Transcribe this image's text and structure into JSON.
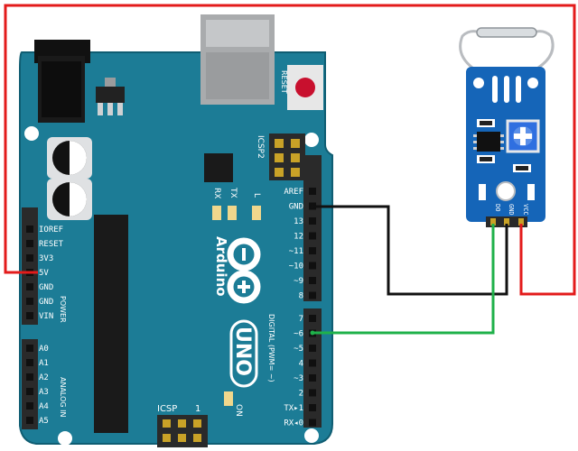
{
  "board": {
    "name": "Arduino",
    "model": "UNO",
    "reset_label": "RESET",
    "icsp2_label": "ICSP2",
    "icsp_label": "ICSP",
    "icsp_pin1": "1",
    "l_label": "L",
    "tx_label": "TX",
    "rx_label": "RX",
    "on_label": "ON",
    "power_group_label": "POWER",
    "analog_group_label": "ANALOG IN",
    "digital_group_label": "DIGITAL (PWM= ~)",
    "power_pins": [
      "IOREF",
      "RESET",
      "3V3",
      "5V",
      "GND",
      "GND",
      "VIN"
    ],
    "analog_pins": [
      "A0",
      "A1",
      "A2",
      "A3",
      "A4",
      "A5"
    ],
    "digital_upper_pins": [
      "AREF",
      "GND",
      "13",
      "12",
      "~11",
      "~10",
      "~9",
      "8"
    ],
    "digital_lower_pins": [
      "7",
      "~6",
      "~5",
      "4",
      "~3",
      "2",
      "TX▸1",
      "RX◂0"
    ]
  },
  "sensor": {
    "type": "reed switch module",
    "pins": [
      "DO",
      "GND",
      "VCC"
    ]
  },
  "wires": [
    {
      "from": "5V",
      "to": "VCC",
      "color": "#e31b1b"
    },
    {
      "from": "GND",
      "to": "GND",
      "color": "#111111"
    },
    {
      "from": "~6",
      "to": "DO",
      "color": "#1fb14a"
    }
  ],
  "colors": {
    "board": "#1c7c96",
    "board_edge": "#0f5d72",
    "sensor_pcb": "#1565b8",
    "header": "#2a2a2a",
    "wire_power": "#e31b1b",
    "wire_ground": "#111111",
    "wire_signal": "#1fb14a"
  }
}
